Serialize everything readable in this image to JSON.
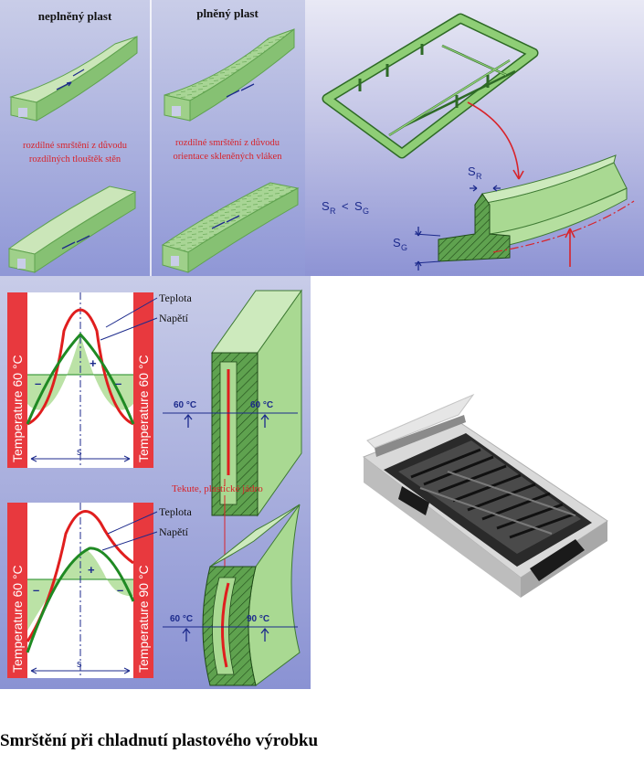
{
  "colors": {
    "panel_top": "#c9cde8",
    "panel_bottom": "#8f97d6",
    "beam_light": "#cbe6b9",
    "beam_mid": "#9fd08a",
    "beam_dark": "#5fa24f",
    "red": "#d8232a",
    "blue": "#1c2a8c",
    "curve_red": "#e01e1e",
    "curve_green": "#1f8a23"
  },
  "panel1": {
    "title_unfilled": "neplněný plast",
    "title_filled": "plněný plast",
    "note_unfilled": [
      "rozdílné smrštění z důvodu",
      "rozdílných tlouštěk stěn"
    ],
    "note_filled": [
      "rozdílné smrštění z důvodu",
      "orientace skleněných vláken"
    ]
  },
  "panel2": {
    "sr_sub": "R",
    "sg_sub": "G",
    "s_letter": "S",
    "relation_lt": "<"
  },
  "panel3": {
    "top": {
      "left_temp": "Temperature 60 °C",
      "right_temp": "Temperature 60 °C",
      "legend_temp": "Teplota",
      "legend_stress": "Napětí",
      "plus": "+",
      "minus": "–",
      "s_label": "s",
      "left_deg": "60 °C",
      "right_deg": "60 °C"
    },
    "core_label": "Tekute, plastické jádro",
    "bottom": {
      "left_temp": "Temperature 60 °C",
      "right_temp": "Temperature 90 °C",
      "legend_temp": "Teplota",
      "legend_stress": "Napětí",
      "plus": "+",
      "minus": "–",
      "s_label": "s",
      "left_deg": "60 °C",
      "right_deg": "90 °C"
    }
  },
  "caption": "Smrštění při chladnutí plastového výrobku"
}
